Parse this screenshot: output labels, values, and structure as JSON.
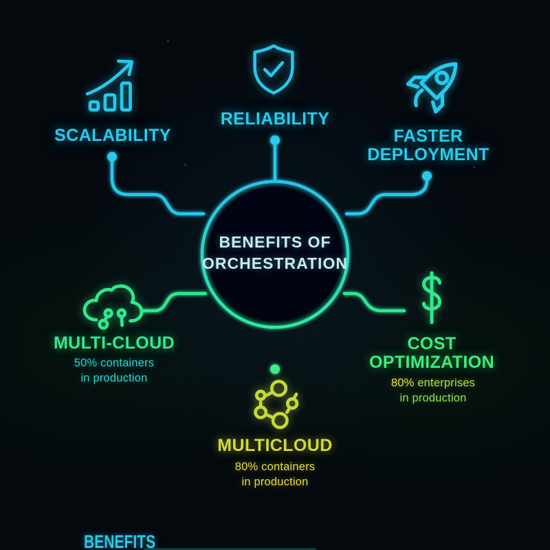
{
  "title": "Benefits of Orchestration infographic",
  "center": {
    "line1": "BENEFITS OF",
    "line2": "ORCHESTRATION"
  },
  "nodes": {
    "scalability": {
      "label": "SCALABILITY",
      "icon": "growth-chart-icon",
      "color": "#27c8ec"
    },
    "reliability": {
      "label": "RELIABILITY",
      "icon": "shield-check-icon",
      "color": "#27c8ec"
    },
    "faster_deployment": {
      "line1": "FASTER",
      "line2": "DEPLOYMENT",
      "icon": "rocket-icon",
      "color": "#27c8ec"
    },
    "multi_cloud": {
      "label": "MULTI-CLOUD",
      "stat1": "50% containers",
      "stat2": "in production",
      "icon": "cloud-nodes-icon",
      "label_color": "#33ea8d",
      "stat_color": "#2bd3cf"
    },
    "cost_optimization": {
      "line1": "COST",
      "line2": "OPTIMIZATION",
      "stat_pct": "80%",
      "stat_word": "enterprises",
      "stat2": "in production",
      "icon": "dollar-sign-icon",
      "label_color": "#41ea7c",
      "stat_pct_color": "#ece43c",
      "stat_word_color": "#a6e24b"
    },
    "multicloud": {
      "label": "MULTICLOUD",
      "stat1": "80% containers",
      "stat2": "in production",
      "icon": "cluster-nodes-icon",
      "label_color": "#d2d83a",
      "stat_color": "#e7dd3b"
    }
  },
  "footer": {
    "label": "BENEFITS",
    "color": "#2bc8ea"
  },
  "colors": {
    "background": "#04090e",
    "cyan": "#27c8ec",
    "center_text": "#c3edf3",
    "green": "#30e98c",
    "teal": "#2bd3cf",
    "yellow_green": "#d2d83a",
    "yellow": "#e7dd3b",
    "circle_gradient_top": "#2ac4ec",
    "circle_gradient_bottom": "#2deba1"
  }
}
